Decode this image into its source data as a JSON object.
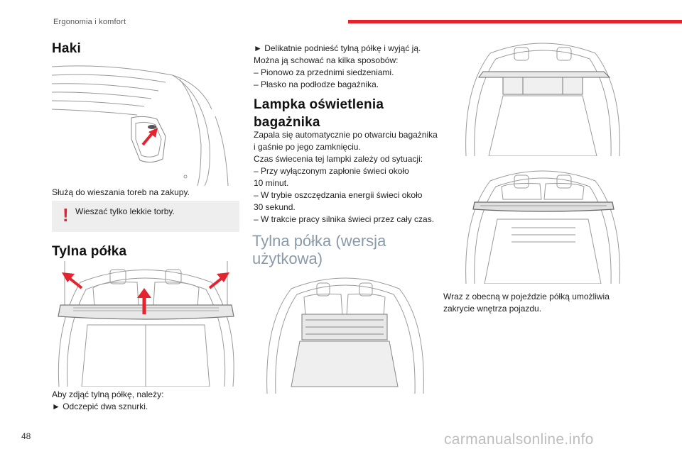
{
  "header": {
    "section": "Ergonomia i komfort",
    "accent_color": "#e4232e"
  },
  "col1": {
    "haki_title": "Haki",
    "haki_caption": "Służą do wieszania toreb na zakupy.",
    "warning": {
      "icon": "exclamation-icon",
      "text": "Wieszać tylko lekkie torby."
    },
    "shelf_title": "Tylna półka",
    "remove_intro": "Aby zdjąć tylną półkę, należy:",
    "remove_step1": "► Odczepić dwa sznurki."
  },
  "col2": {
    "step2": "► Delikatnie podnieść tylną półkę i wyjąć ją.",
    "storage_intro": "Można ją schować na kilka sposobów:",
    "storage_opt1": "– Pionowo za przednimi siedzeniami.",
    "storage_opt2": "– Płasko na podłodze bagażnika.",
    "lamp_title_1": "Lampka oświetlenia",
    "lamp_title_2": "bagażnika",
    "lamp_text_1": "Zapala się automatycznie po otwarciu bagażnika",
    "lamp_text_2": "i gaśnie po jego zamknięciu.",
    "lamp_text_3": "Czas świecenia tej lampki zależy od sytuacji:",
    "lamp_text_4": "– Przy wyłączonym zapłonie świeci około",
    "lamp_text_5": "10 minut.",
    "lamp_text_6": "– W trybie oszczędzania energii świeci około",
    "lamp_text_7": "30 sekund.",
    "lamp_text_8": "– W trakcie pracy silnika świeci przez cały czas.",
    "utility_title_1": "Tylna półka (wersja",
    "utility_title_2": "użytkowa)"
  },
  "col3": {
    "caption_1": "Wraz z obecną w pojeździe półką umożliwia",
    "caption_2": "zakrycie wnętrza pojazdu."
  },
  "footer": {
    "page_number": "48",
    "watermark": "carmanualsonline.info"
  }
}
